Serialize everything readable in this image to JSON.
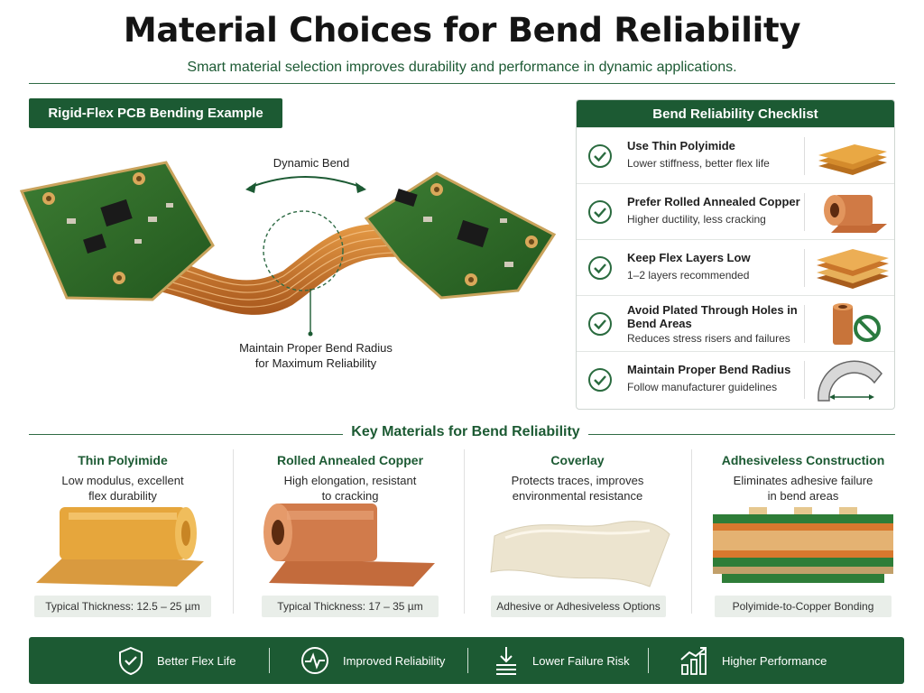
{
  "header": {
    "title": "Material Choices for Bend Reliability",
    "subtitle": "Smart material selection improves durability and performance in dynamic applications."
  },
  "example": {
    "label": "Rigid-Flex PCB Bending Example",
    "dynamic_bend": "Dynamic Bend",
    "bend_radius_line1": "Maintain Proper Bend Radius",
    "bend_radius_line2": "for Maximum Reliability"
  },
  "checklist": {
    "title": "Bend Reliability Checklist",
    "items": [
      {
        "title": "Use Thin Polyimide",
        "subtitle": "Lower stiffness, better flex life",
        "icon": "polyimide-sheets-icon"
      },
      {
        "title": "Prefer Rolled Annealed Copper",
        "subtitle": "Higher ductility, less cracking",
        "icon": "copper-roll-icon"
      },
      {
        "title": "Keep Flex Layers Low",
        "subtitle": "1–2 layers recommended",
        "icon": "layer-stack-icon"
      },
      {
        "title": "Avoid Plated Through Holes in Bend Areas",
        "subtitle": "Reduces stress risers and failures",
        "icon": "no-via-icon"
      },
      {
        "title": "Maintain Proper Bend Radius",
        "subtitle": "Follow manufacturer guidelines",
        "icon": "bend-radius-icon"
      }
    ]
  },
  "key_materials": {
    "title": "Key Materials for Bend Reliability",
    "items": [
      {
        "title": "Thin Polyimide",
        "desc_line1": "Low modulus, excellent",
        "desc_line2": "flex durability",
        "badge": "Typical Thickness: 12.5 – 25 µm"
      },
      {
        "title": "Rolled Annealed Copper",
        "desc_line1": "High elongation, resistant",
        "desc_line2": "to cracking",
        "badge": "Typical Thickness: 17 – 35 µm"
      },
      {
        "title": "Coverlay",
        "desc_line1": "Protects traces, improves",
        "desc_line2": "environmental resistance",
        "badge": "Adhesive or Adhesiveless Options"
      },
      {
        "title": "Adhesiveless Construction",
        "desc_line1": "Eliminates adhesive failure",
        "desc_line2": "in bend areas",
        "badge": "Polyimide-to-Copper Bonding"
      }
    ]
  },
  "footer": {
    "items": [
      {
        "label": "Better Flex Life",
        "icon": "shield-check-icon"
      },
      {
        "label": "Improved Reliability",
        "icon": "pulse-gauge-icon"
      },
      {
        "label": "Lower Failure Risk",
        "icon": "down-arrow-stack-icon"
      },
      {
        "label": "Higher Performance",
        "icon": "bar-chart-up-icon"
      }
    ]
  },
  "colors": {
    "brand_green": "#1c5a33",
    "pcb_green": "#2f6b2a",
    "copper": "#c87531",
    "polyimide": "#e0a640",
    "badge_bg": "#e9eee9"
  }
}
